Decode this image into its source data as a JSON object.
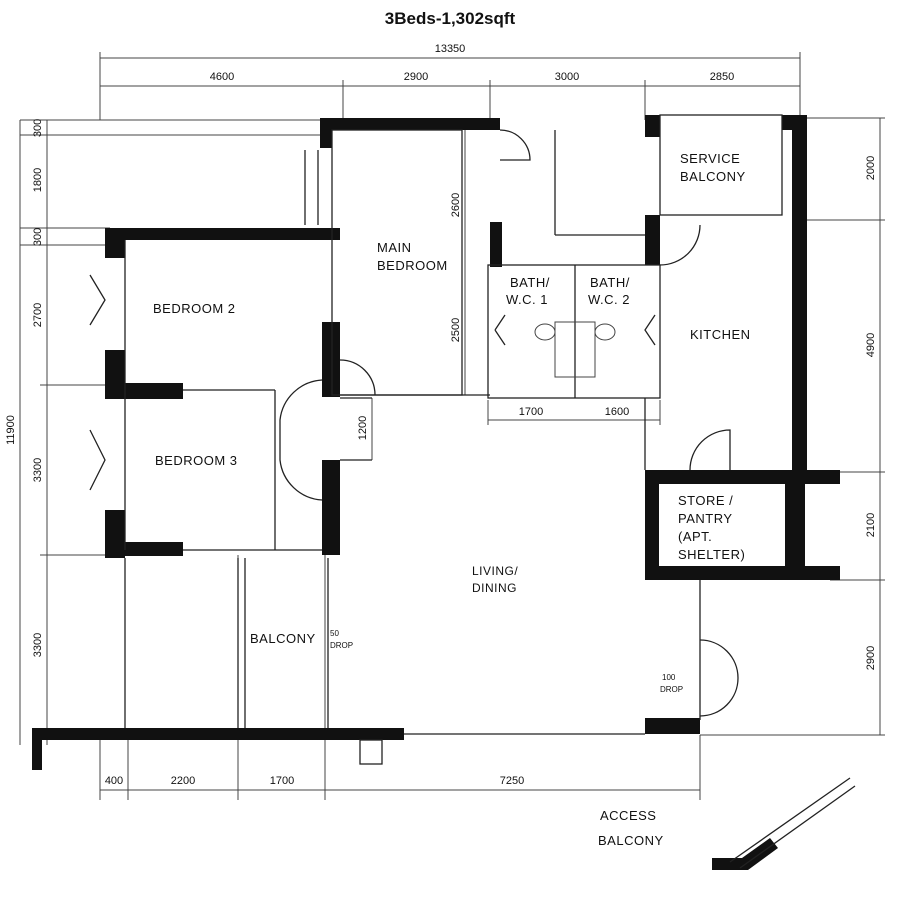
{
  "title": "3Beds-1,302sqft",
  "rooms": {
    "service_balcony": [
      "SERVICE",
      "BALCONY"
    ],
    "main_bedroom": [
      "MAIN",
      "BEDROOM"
    ],
    "bedroom2": "BEDROOM 2",
    "bedroom3": "BEDROOM 3",
    "bath1": [
      "BATH/",
      "W.C. 1"
    ],
    "bath2": [
      "BATH/",
      "W.C. 2"
    ],
    "kitchen": "KITCHEN",
    "store": [
      "STORE /",
      "PANTRY",
      "(APT.",
      "SHELTER)"
    ],
    "living": [
      "LIVING/",
      "DINING"
    ],
    "balcony": "BALCONY",
    "balcony_drop": [
      "50",
      "DROP"
    ],
    "entry_drop": [
      "100",
      "DROP"
    ],
    "access_balcony": [
      "ACCESS",
      "BALCONY"
    ]
  },
  "dimensions": {
    "top_total": "13350",
    "top": [
      "4600",
      "2900",
      "3000",
      "2850"
    ],
    "left_total": "11900",
    "left": [
      "300",
      "1800",
      "300",
      "2700",
      "3300",
      "3300"
    ],
    "right": [
      "2000",
      "4900",
      "2100",
      "2900"
    ],
    "bottom": [
      "400",
      "2200",
      "1700",
      "7250"
    ],
    "main_bedroom": [
      "2600",
      "2500"
    ],
    "corridor": "1200",
    "baths": [
      "1700",
      "1600"
    ]
  }
}
